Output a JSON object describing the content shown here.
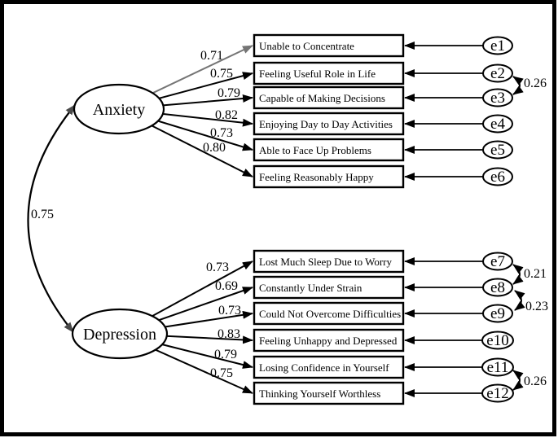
{
  "figure": {
    "type": "sem-cfa-path-diagram",
    "latent_correlation": {
      "between": [
        "Anxiety",
        "Depression"
      ],
      "value": "0.75"
    },
    "latents": [
      {
        "label": "Anxiety",
        "indicators": [
          {
            "label": "Unable to Concentrate",
            "loading": "0.71",
            "error": "e1"
          },
          {
            "label": "Feeling Useful Role in Life",
            "loading": "0.75",
            "error": "e2"
          },
          {
            "label": "Capable of Making Decisions",
            "loading": "0.79",
            "error": "e3"
          },
          {
            "label": "Enjoying Day to Day Activities",
            "loading": "0.82",
            "error": "e4"
          },
          {
            "label": "Able to Face Up Problems",
            "loading": "0.73",
            "error": "e5"
          },
          {
            "label": "Feeling Reasonably Happy",
            "loading": "0.80",
            "error": "e6"
          }
        ]
      },
      {
        "label": "Depression",
        "indicators": [
          {
            "label": "Lost Much Sleep Due to Worry",
            "loading": "0.73",
            "error": "e7"
          },
          {
            "label": "Constantly Under Strain",
            "loading": "0.69",
            "error": "e8"
          },
          {
            "label": "Could Not Overcome Difficulties",
            "loading": "0.73",
            "error": "e9"
          },
          {
            "label": "Feeling Unhappy and Depressed",
            "loading": "0.83",
            "error": "e10"
          },
          {
            "label": "Losing Confidence in Yourself",
            "loading": "0.79",
            "error": "e11"
          },
          {
            "label": "Thinking Yourself Worthless",
            "loading": "0.75",
            "error": "e12"
          }
        ]
      }
    ],
    "error_covariances": [
      {
        "between": [
          "e2",
          "e3"
        ],
        "value": "0.26"
      },
      {
        "between": [
          "e7",
          "e8"
        ],
        "value": "0.21"
      },
      {
        "between": [
          "e8",
          "e9"
        ],
        "value": "0.23"
      },
      {
        "between": [
          "e11",
          "e12"
        ],
        "value": "0.26"
      }
    ]
  }
}
